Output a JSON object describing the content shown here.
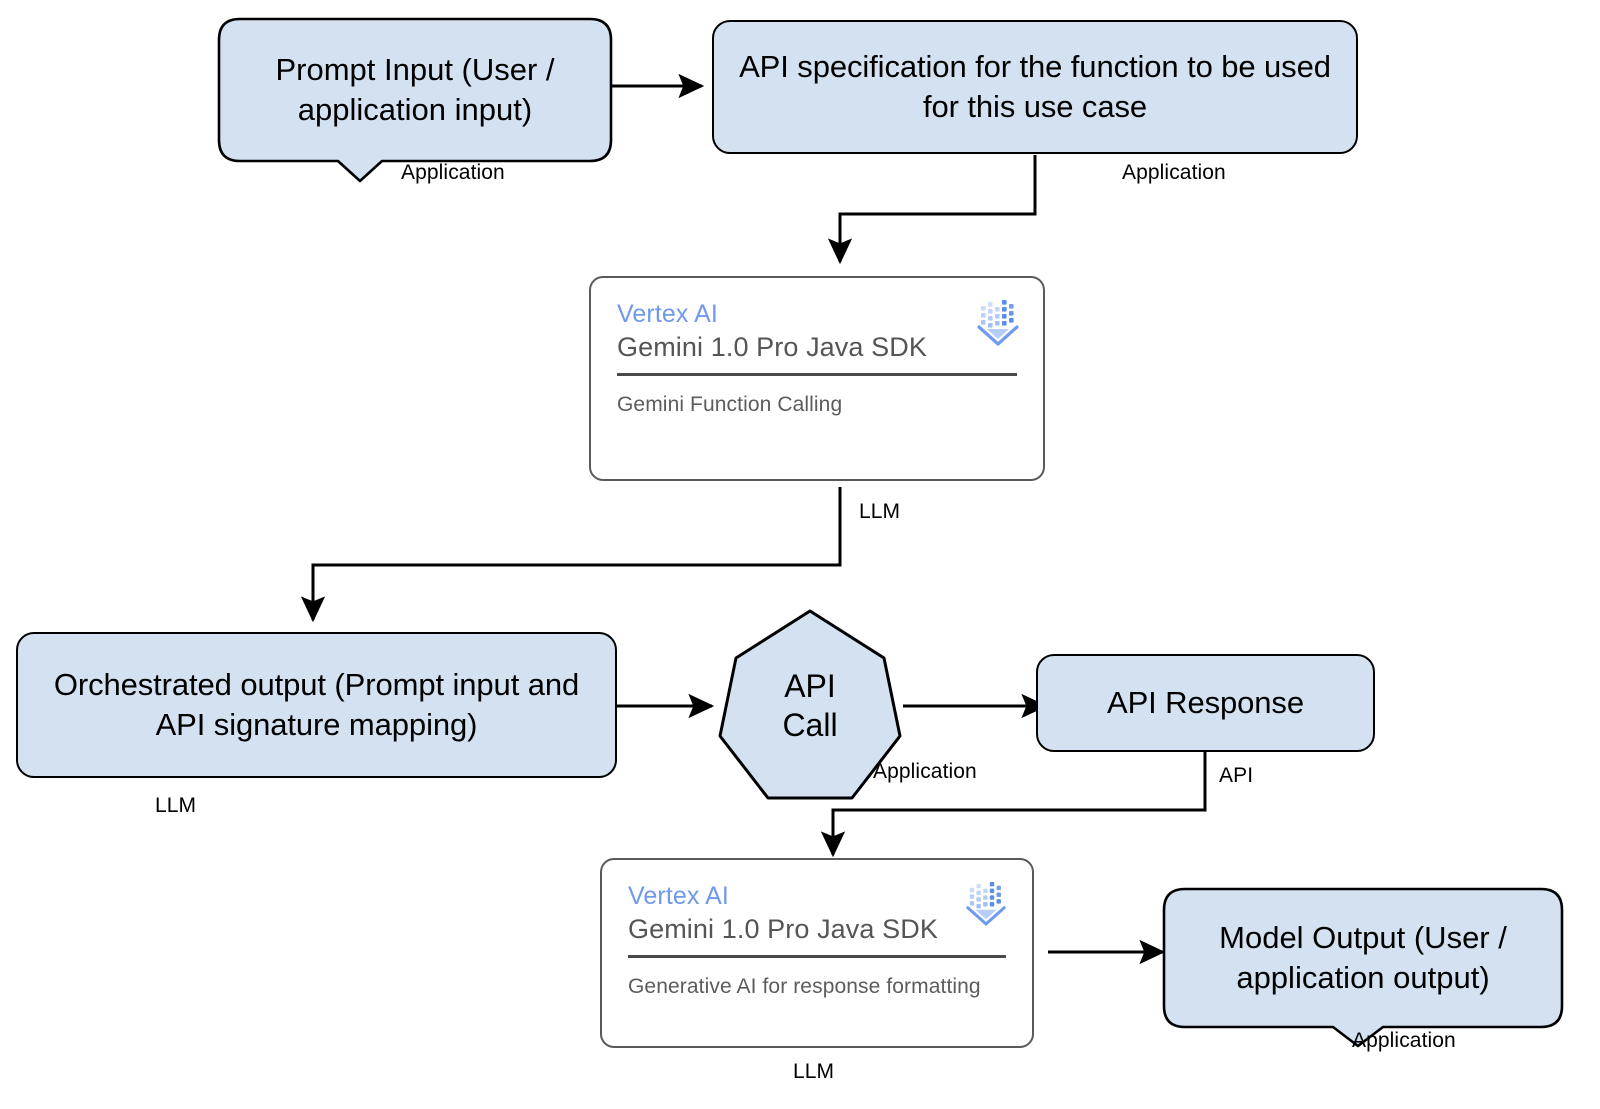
{
  "diagram": {
    "title": "Gemini Function Calling architecture flow",
    "colors": {
      "node_fill": "#d4e1f0",
      "node_stroke": "#000000",
      "card_stroke": "#5a5a5a",
      "brand_blue": "#7099ec",
      "card_text": "#555555",
      "edge": "#000000",
      "background": "#ffffff"
    }
  },
  "nodes": {
    "prompt_input": {
      "label": "Prompt Input (User / application input)",
      "shape": "callout",
      "tag": "Application"
    },
    "api_spec": {
      "label": "API specification for the function to be used for this use case",
      "shape": "rounded-rect",
      "tag": "Application"
    },
    "vertex_card_top": {
      "brand": "Vertex AI",
      "model": "Gemini 1.0 Pro Java SDK",
      "subtitle": "Gemini Function Calling",
      "logo": "vertex-ai-logo",
      "shape": "card",
      "tag": "LLM"
    },
    "orchestrated_output": {
      "label": "Orchestrated output (Prompt input and API signature mapping)",
      "shape": "rounded-rect",
      "tag": "LLM"
    },
    "api_call": {
      "line1": "API",
      "line2": "Call",
      "shape": "heptagon",
      "tag": "Application"
    },
    "api_response": {
      "label": "API Response",
      "shape": "rounded-rect",
      "tag": "API"
    },
    "vertex_card_bottom": {
      "brand": "Vertex AI",
      "model": "Gemini 1.0 Pro Java SDK",
      "subtitle": "Generative AI for response formatting",
      "logo": "vertex-ai-logo",
      "shape": "card",
      "tag": "LLM"
    },
    "model_output": {
      "label": "Model Output (User / application output)",
      "shape": "callout",
      "tag": "Application"
    }
  },
  "edges": [
    {
      "from": "prompt_input",
      "to": "api_spec",
      "style": "straight-right"
    },
    {
      "from": "api_spec",
      "to": "vertex_card_top",
      "style": "elbow-down-left-down"
    },
    {
      "from": "vertex_card_top",
      "to": "orchestrated_output",
      "style": "elbow-down-left-down"
    },
    {
      "from": "orchestrated_output",
      "to": "api_call",
      "style": "straight-right"
    },
    {
      "from": "api_call",
      "to": "api_response",
      "style": "straight-right"
    },
    {
      "from": "api_response",
      "to": "vertex_card_bottom",
      "style": "elbow-down-left-down"
    },
    {
      "from": "vertex_card_bottom",
      "to": "model_output",
      "style": "straight-right"
    }
  ]
}
